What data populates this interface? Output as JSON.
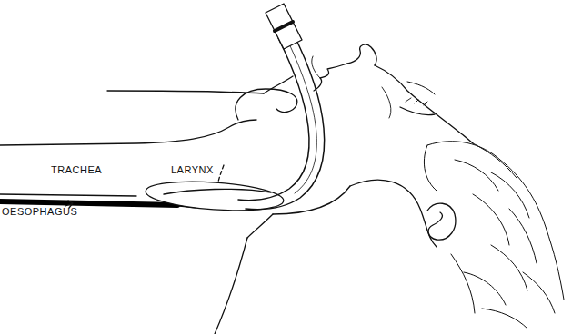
{
  "diagram": {
    "labels": [
      "TRACHEA",
      "LARYNX",
      "OESOPHAGUS"
    ]
  }
}
